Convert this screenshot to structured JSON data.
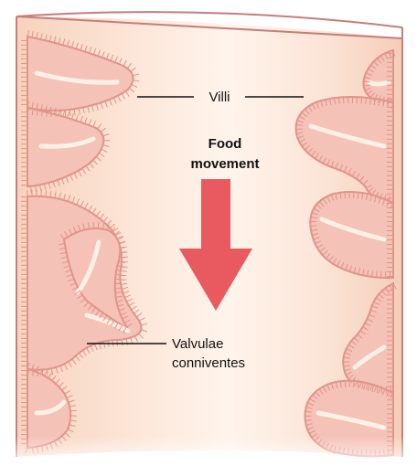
{
  "labels": {
    "villi": "Villi",
    "food_movement": [
      "Food",
      "movement"
    ],
    "valvulae": [
      "Valvulae",
      "conniventes"
    ]
  },
  "colors": {
    "tissue_fill": "#f5c2b8",
    "tissue_edge": "#e1948a",
    "lumen_bg": "#fbe0cc",
    "lumen_bg_light": "#fdf0e6",
    "wall_outline": "#c77d78",
    "arrow": "#e85a5f",
    "leader_line": "#111111"
  }
}
